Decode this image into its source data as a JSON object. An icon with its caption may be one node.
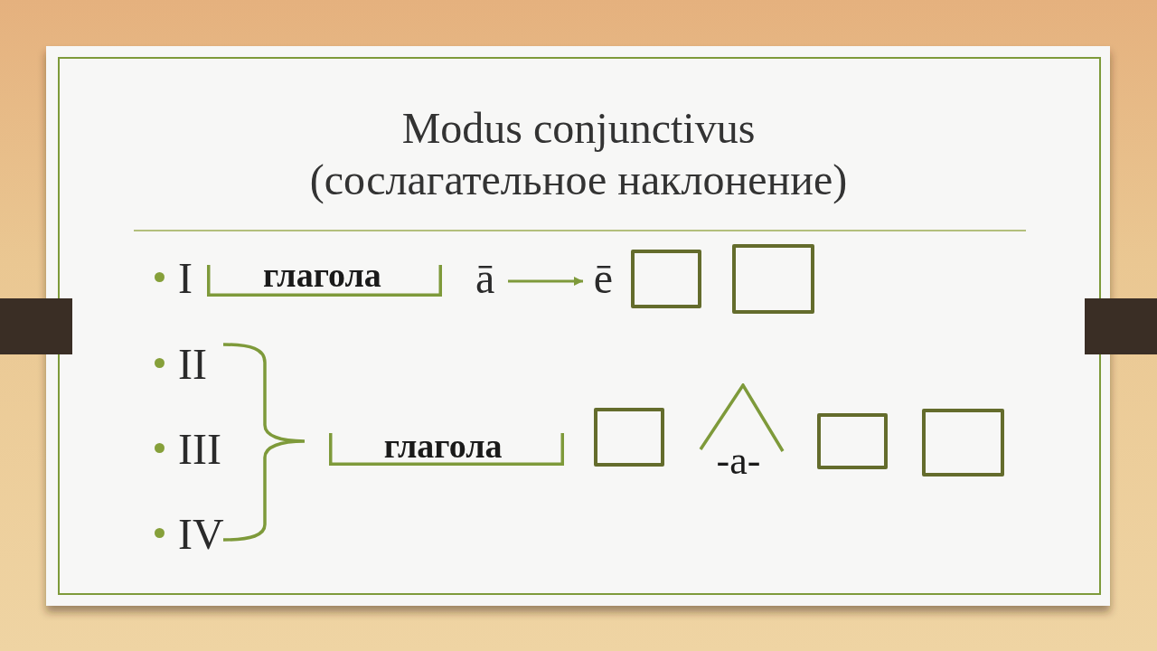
{
  "diagram": {
    "title": "Modus conjunctivus (сослагательное наклонение)",
    "nodes": [
      {
        "text": [
          "глагола"
        ]
      },
      {
        "text": [
          "ā"
        ]
      },
      {
        "text": [
          "ē"
        ]
      },
      {
        "text": [],
        "shape": "box"
      },
      {
        "text": [],
        "shape": "box"
      },
      {
        "text": [
          "глагола"
        ]
      },
      {
        "text": [],
        "shape": "box"
      },
      {
        "text": [
          "-a-"
        ]
      },
      {
        "text": [],
        "shape": "box"
      },
      {
        "text": [],
        "shape": "box"
      }
    ],
    "edges": [
      {
        "from": 1,
        "to": 2,
        "arrow": "to"
      }
    ],
    "labels": [
      "I",
      "II",
      "III",
      "IV"
    ]
  }
}
